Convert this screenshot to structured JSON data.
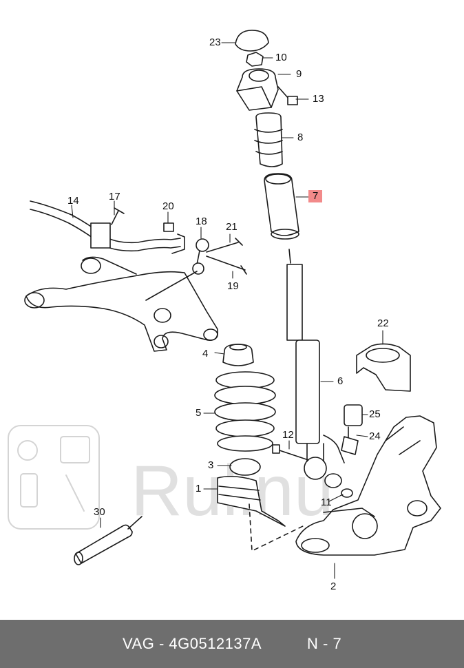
{
  "diagram": {
    "callouts": {
      "c23": "23",
      "c10": "10",
      "c9": "9",
      "c13": "13",
      "c8": "8",
      "c7": "7",
      "c14": "14",
      "c17": "17",
      "c20": "20",
      "c18": "18",
      "c21": "21",
      "c19": "19",
      "c22": "22",
      "c4": "4",
      "c6": "6",
      "c5": "5",
      "c25": "25",
      "c12": "12",
      "c24": "24",
      "c3": "3",
      "c1": "1",
      "c11": "11",
      "c30": "30",
      "c2": "2"
    },
    "highlight_color": "#f28a8a",
    "watermark_text": "Rulinu"
  },
  "footer": {
    "part_label": "VAG - 4G0512137A",
    "position_label": "N - 7",
    "background": "#6e6e6e"
  }
}
